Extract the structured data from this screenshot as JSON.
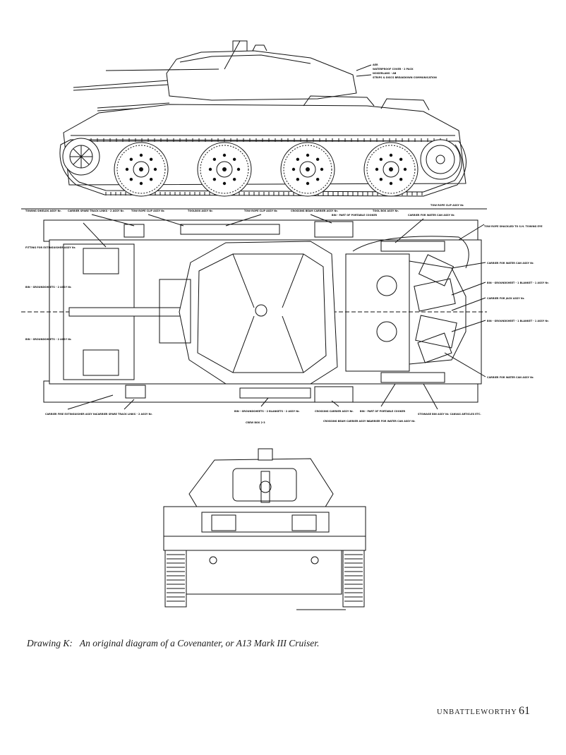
{
  "caption": {
    "label": "Drawing K:",
    "text": "An original diagram of a Covenanter, or A13 Mark III Cruiser."
  },
  "footer": {
    "running_head": "UNBATTLEWORTHY",
    "page_number": "61"
  },
  "figure": {
    "views": [
      "side-elevation",
      "plan-view",
      "rear-elevation"
    ],
    "side_wheel_count": 4,
    "side_labels": [
      "AER",
      "WATERPROOF COVER - 2 PACK",
      "NOISERLANS - AB",
      "STRIPS & DISCS BREAKDOWN COMMUNICATION"
    ],
    "plan_labels_top": [
      "TOWING SHIELDS ASSY Nr.",
      "CARRIER SPARE TRACK LINKS - 2 ASSY Nr.",
      "TOW ROPE CLIP ASSY Nr.",
      "TOOLBOX ASSY Nr.",
      "TOW ROPE CLIP ASSY Nr.",
      "CROSSING BEAM CARRIER ASSY Nr.",
      "BIN - PART OF PORTABLE COOKER",
      "TOOL BOX ASSY Nr.",
      "CARRIER FOR WATER CAN ASSY Nr.",
      "TOW ROPE CLIP ASSY Nr."
    ],
    "plan_labels_left": [
      "FITTING FOR EXTINGUISHER ASSY Nr.",
      "BIN - GROUNDSHEETS - 2 ASSY Nr.",
      "BIN - GROUNDSHEETS - 2 ASSY Nr."
    ],
    "plan_labels_right": [
      "TOW ROPE SHACKLED TO S.H. TOWING EYE",
      "CARRIER FOR WATER CAN ASSY Nr.",
      "BIN - GROUNDSHEET - 1 BLANKET - 1 ASSY Nr.",
      "CARRIER FOR JACK ASSY Nr.",
      "BIN - GROUNDSHEET - 1 BLANKET - 1 ASSY Nr.",
      "CARRIER FOR WATER CAN ASSY Nr."
    ],
    "plan_labels_bottom": [
      "CARRIER FIRE EXTINGUISHER ASSY Nr.",
      "CARRIER SPARE TRACK LINKS - 2 ASSY Nr.",
      "BIN - GROUNDSHEETS - 2 BLANKETS - 2 ASSY Nr.",
      "CREW BOX 2-3",
      "CROSSING CARRIER ASSY Nr.",
      "CROSSING BEAM CARRIER ASSY Nr.",
      "BIN - PART OF PORTABLE COOKER",
      "CARRIER FOR WATER CAN ASSY Nr.",
      "STOWAGE BIN ASSY Nr. CANVAS ARTICLES ETC."
    ]
  }
}
